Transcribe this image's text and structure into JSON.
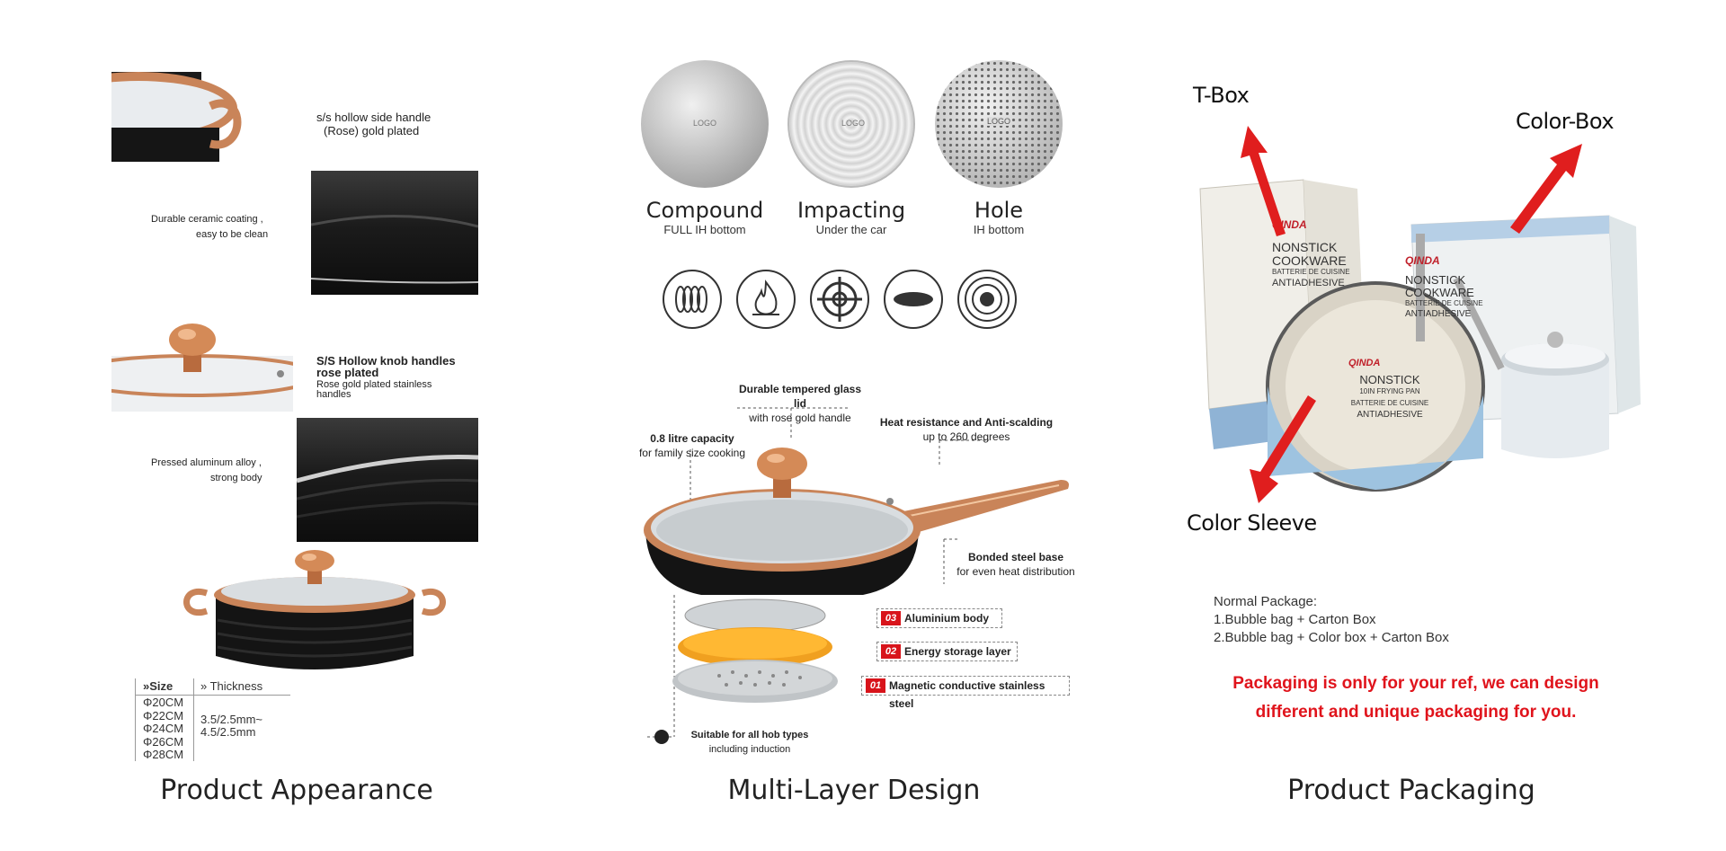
{
  "captions": {
    "appearance": "Product Appearance",
    "multilayer": "Multi-Layer Design",
    "packaging": "Product Packaging"
  },
  "appearance": {
    "handle_line1": "s/s hollow side handle",
    "handle_line2": "(Rose)  gold plated",
    "coating_line1": "Durable ceramic coating ,",
    "coating_line2": "easy to be clean",
    "knob_line1": "S/S Hollow  knob handles",
    "knob_line2": "rose plated",
    "knob_line3": "Rose gold plated stainless",
    "knob_line4": "handles",
    "body_line1": "Pressed aluminum alloy ,",
    "body_line2": "strong body",
    "table": {
      "size_header": "»Size",
      "thickness_header": "» Thickness",
      "sizes": [
        "Φ20CM",
        "Φ22CM",
        "Φ24CM",
        "Φ26CM",
        "Φ28CM"
      ],
      "thickness_line1": "3.5/2.5mm~",
      "thickness_line2": "4.5/2.5mm"
    }
  },
  "multilayer": {
    "bottoms": [
      {
        "title": "Compound",
        "subtitle": "FULL IH bottom",
        "logo": "LOGO"
      },
      {
        "title": "Impacting",
        "subtitle": "Under the car",
        "logo": "LOGO"
      },
      {
        "title": "Hole",
        "subtitle": "IH bottom",
        "logo": "LOGO"
      }
    ],
    "hob_icons": [
      "induction-coil-icon",
      "gas-flame-icon",
      "gas-burner-icon",
      "electric-plate-icon",
      "ceramic-hob-icon"
    ],
    "lid_title": "Durable tempered glass lid",
    "lid_sub": "with rose gold handle",
    "capacity_title": "0.8 litre capacity",
    "capacity_sub": "for family size cooking",
    "heat_title": "Heat resistance and Anti-scalding",
    "heat_sub": "up to 260 degrees",
    "steel_title": "Bonded steel base",
    "steel_sub": "for even heat distribution",
    "layers": [
      {
        "num": "03",
        "label": "Aluminium body"
      },
      {
        "num": "02",
        "label": "Energy storage layer"
      },
      {
        "num": "01",
        "label": "Magnetic conductive stainless steel"
      }
    ],
    "hob_title": "Suitable for all hob types",
    "hob_sub": "including induction"
  },
  "packaging": {
    "tbox": "T-Box",
    "colorbox": "Color-Box",
    "colorsleeve": "Color Sleeve",
    "brand": "QINDA",
    "box_line1": "NONSTICK",
    "box_line2": "COOKWARE",
    "box_line3": "BATTERIE DE CUISINE",
    "box_line4": "ANTIADHESIVE",
    "sleeve_line1": "NONSTICK",
    "sleeve_line2": "10IN FRYING PAN",
    "sleeve_line3": "BATTERIE DE CUISINE",
    "sleeve_line4": "ANTIADHESIVE",
    "normal_title": "Normal Package:",
    "normal_line1": "1.Bubble bag + Carton Box",
    "normal_line2": "2.Bubble bag + Color box + Carton Box",
    "note_line1": "Packaging is only for your ref, we can design",
    "note_line2": "different and unique packaging for you."
  },
  "colors": {
    "red_accent": "#d8141b",
    "rose_gold": "#c97b4a",
    "pan_black": "#151515"
  }
}
